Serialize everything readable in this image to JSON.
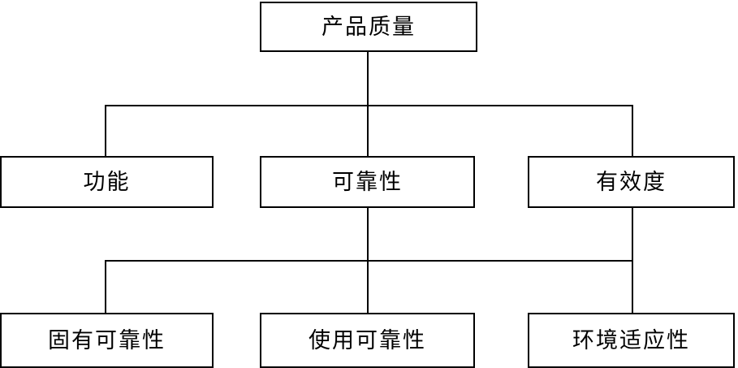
{
  "diagram": {
    "type": "hierarchy-tree",
    "title": "产品质量",
    "background_color": "#ffffff",
    "line_color": "#000000",
    "box_border_color": "#000000",
    "box_fill_color": "#ffffff",
    "levels": [
      {
        "level": 1,
        "nodes": [
          {
            "id": "root",
            "label": "产品质量"
          }
        ]
      },
      {
        "level": 2,
        "nodes": [
          {
            "id": "function",
            "label": "功能"
          },
          {
            "id": "reliability",
            "label": "可靠性"
          },
          {
            "id": "availability",
            "label": "有效度"
          }
        ]
      },
      {
        "level": 3,
        "nodes": [
          {
            "id": "inherent",
            "label": "固有可靠性"
          },
          {
            "id": "operational",
            "label": "使用可靠性"
          },
          {
            "id": "environment",
            "label": "环境适应性"
          }
        ]
      }
    ],
    "edges": [
      {
        "from": "root",
        "to": "function"
      },
      {
        "from": "root",
        "to": "reliability"
      },
      {
        "from": "root",
        "to": "availability"
      },
      {
        "from": "reliability",
        "to": "inherent"
      },
      {
        "from": "reliability",
        "to": "operational"
      },
      {
        "from": "reliability",
        "to": "environment"
      }
    ]
  }
}
